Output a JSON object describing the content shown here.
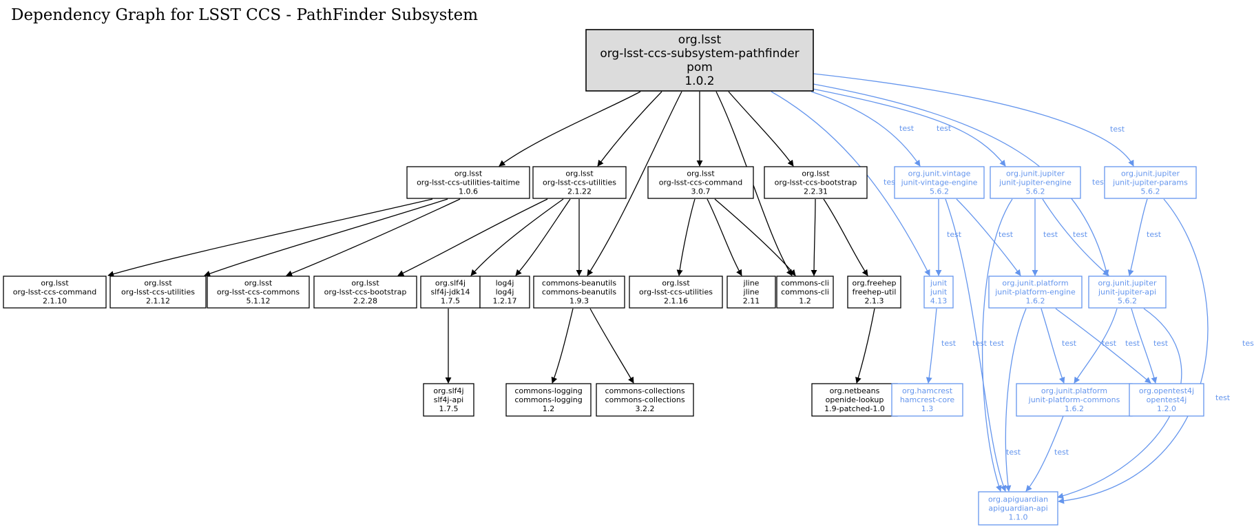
{
  "title": "Dependency Graph for LSST CCS - PathFinder Subsystem",
  "colors": {
    "compile": "#000000",
    "test": "#6495ed",
    "root_fill": "#dcdcdc"
  },
  "nodes": [
    {
      "id": "root",
      "group": "org.lsst",
      "artifact": "org-lsst-ccs-subsystem-pathfinder",
      "type": "pom",
      "version": "1.0.2",
      "scope": "root"
    },
    {
      "id": "taitime",
      "group": "org.lsst",
      "artifact": "org-lsst-ccs-utilities-taitime",
      "version": "1.0.6",
      "scope": "compile"
    },
    {
      "id": "utilities2122",
      "group": "org.lsst",
      "artifact": "org-lsst-ccs-utilities",
      "version": "2.1.22",
      "scope": "compile"
    },
    {
      "id": "command307",
      "group": "org.lsst",
      "artifact": "org-lsst-ccs-command",
      "version": "3.0.7",
      "scope": "compile"
    },
    {
      "id": "bootstrap2231",
      "group": "org.lsst",
      "artifact": "org-lsst-ccs-bootstrap",
      "version": "2.2.31",
      "scope": "compile"
    },
    {
      "id": "vintage",
      "group": "org.junit.vintage",
      "artifact": "junit-vintage-engine",
      "version": "5.6.2",
      "scope": "test"
    },
    {
      "id": "jupengine",
      "group": "org.junit.jupiter",
      "artifact": "junit-jupiter-engine",
      "version": "5.6.2",
      "scope": "test"
    },
    {
      "id": "jupparams",
      "group": "org.junit.jupiter",
      "artifact": "junit-jupiter-params",
      "version": "5.6.2",
      "scope": "test"
    },
    {
      "id": "command2110",
      "group": "org.lsst",
      "artifact": "org-lsst-ccs-command",
      "version": "2.1.10",
      "scope": "compile"
    },
    {
      "id": "utilities2112",
      "group": "org.lsst",
      "artifact": "org-lsst-ccs-utilities",
      "version": "2.1.12",
      "scope": "compile"
    },
    {
      "id": "commons5112",
      "group": "org.lsst",
      "artifact": "org-lsst-ccs-commons",
      "version": "5.1.12",
      "scope": "compile"
    },
    {
      "id": "bootstrap2228",
      "group": "org.lsst",
      "artifact": "org-lsst-ccs-bootstrap",
      "version": "2.2.28",
      "scope": "compile"
    },
    {
      "id": "slf4jjdk",
      "group": "org.slf4j",
      "artifact": "slf4j-jdk14",
      "version": "1.7.5",
      "scope": "compile"
    },
    {
      "id": "log4j",
      "group": "log4j",
      "artifact": "log4j",
      "version": "1.2.17",
      "scope": "compile"
    },
    {
      "id": "beanutils",
      "group": "commons-beanutils",
      "artifact": "commons-beanutils",
      "version": "1.9.3",
      "scope": "compile"
    },
    {
      "id": "utilities2116",
      "group": "org.lsst",
      "artifact": "org-lsst-ccs-utilities",
      "version": "2.1.16",
      "scope": "compile"
    },
    {
      "id": "jline",
      "group": "jline",
      "artifact": "jline",
      "version": "2.11",
      "scope": "compile"
    },
    {
      "id": "commonscli",
      "group": "commons-cli",
      "artifact": "commons-cli",
      "version": "1.2",
      "scope": "compile"
    },
    {
      "id": "freehep",
      "group": "org.freehep",
      "artifact": "freehep-util",
      "version": "2.1.3",
      "scope": "compile"
    },
    {
      "id": "junit",
      "group": "junit",
      "artifact": "junit",
      "version": "4.13",
      "scope": "test"
    },
    {
      "id": "platengine",
      "group": "org.junit.platform",
      "artifact": "junit-platform-engine",
      "version": "1.6.2",
      "scope": "test"
    },
    {
      "id": "jupapi",
      "group": "org.junit.jupiter",
      "artifact": "junit-jupiter-api",
      "version": "5.6.2",
      "scope": "test"
    },
    {
      "id": "slf4japi",
      "group": "org.slf4j",
      "artifact": "slf4j-api",
      "version": "1.7.5",
      "scope": "compile"
    },
    {
      "id": "logging",
      "group": "commons-logging",
      "artifact": "commons-logging",
      "version": "1.2",
      "scope": "compile"
    },
    {
      "id": "collections",
      "group": "commons-collections",
      "artifact": "commons-collections",
      "version": "3.2.2",
      "scope": "compile"
    },
    {
      "id": "openide",
      "group": "org.netbeans",
      "artifact": "openide-lookup",
      "version": "1.9-patched-1.0",
      "scope": "compile"
    },
    {
      "id": "hamcrest",
      "group": "org.hamcrest",
      "artifact": "hamcrest-core",
      "version": "1.3",
      "scope": "test"
    },
    {
      "id": "platcommons",
      "group": "org.junit.platform",
      "artifact": "junit-platform-commons",
      "version": "1.6.2",
      "scope": "test"
    },
    {
      "id": "opentest4j",
      "group": "org.opentest4j",
      "artifact": "opentest4j",
      "version": "1.2.0",
      "scope": "test"
    },
    {
      "id": "apiguardian",
      "group": "org.apiguardian",
      "artifact": "apiguardian-api",
      "version": "1.1.0",
      "scope": "test"
    }
  ],
  "edges": [
    {
      "from": "root",
      "to": "taitime"
    },
    {
      "from": "root",
      "to": "utilities2122"
    },
    {
      "from": "root",
      "to": "beanutils"
    },
    {
      "from": "root",
      "to": "command307"
    },
    {
      "from": "root",
      "to": "commonscli"
    },
    {
      "from": "root",
      "to": "bootstrap2231"
    },
    {
      "from": "root",
      "to": "junit",
      "label": "test"
    },
    {
      "from": "root",
      "to": "vintage",
      "label": "test"
    },
    {
      "from": "root",
      "to": "jupengine",
      "label": "test"
    },
    {
      "from": "root",
      "to": "jupapi",
      "label": "test"
    },
    {
      "from": "root",
      "to": "jupparams",
      "label": "test"
    },
    {
      "from": "taitime",
      "to": "command2110"
    },
    {
      "from": "taitime",
      "to": "utilities2112"
    },
    {
      "from": "taitime",
      "to": "commons5112"
    },
    {
      "from": "utilities2122",
      "to": "bootstrap2228"
    },
    {
      "from": "utilities2122",
      "to": "slf4jjdk"
    },
    {
      "from": "utilities2122",
      "to": "log4j"
    },
    {
      "from": "utilities2122",
      "to": "beanutils"
    },
    {
      "from": "command307",
      "to": "utilities2116"
    },
    {
      "from": "command307",
      "to": "jline"
    },
    {
      "from": "command307",
      "to": "commonscli"
    },
    {
      "from": "bootstrap2231",
      "to": "commonscli"
    },
    {
      "from": "bootstrap2231",
      "to": "freehep"
    },
    {
      "from": "vintage",
      "to": "junit",
      "label": "test"
    },
    {
      "from": "vintage",
      "to": "platengine",
      "label": "test"
    },
    {
      "from": "vintage",
      "to": "apiguardian",
      "label": "test"
    },
    {
      "from": "jupengine",
      "to": "platengine",
      "label": "test"
    },
    {
      "from": "jupengine",
      "to": "jupapi",
      "label": "test"
    },
    {
      "from": "jupengine",
      "to": "apiguardian",
      "label": "test"
    },
    {
      "from": "jupparams",
      "to": "jupapi",
      "label": "test"
    },
    {
      "from": "jupparams",
      "to": "apiguardian",
      "label": "test"
    },
    {
      "from": "slf4jjdk",
      "to": "slf4japi"
    },
    {
      "from": "beanutils",
      "to": "logging"
    },
    {
      "from": "beanutils",
      "to": "collections"
    },
    {
      "from": "freehep",
      "to": "openide"
    },
    {
      "from": "junit",
      "to": "hamcrest",
      "label": "test"
    },
    {
      "from": "platengine",
      "to": "platcommons",
      "label": "test"
    },
    {
      "from": "platengine",
      "to": "opentest4j",
      "label": "test"
    },
    {
      "from": "platengine",
      "to": "apiguardian",
      "label": "test"
    },
    {
      "from": "jupapi",
      "to": "platcommons",
      "label": "test"
    },
    {
      "from": "jupapi",
      "to": "opentest4j",
      "label": "test"
    },
    {
      "from": "jupapi",
      "to": "apiguardian",
      "label": "test"
    },
    {
      "from": "platcommons",
      "to": "apiguardian",
      "label": "test"
    }
  ]
}
